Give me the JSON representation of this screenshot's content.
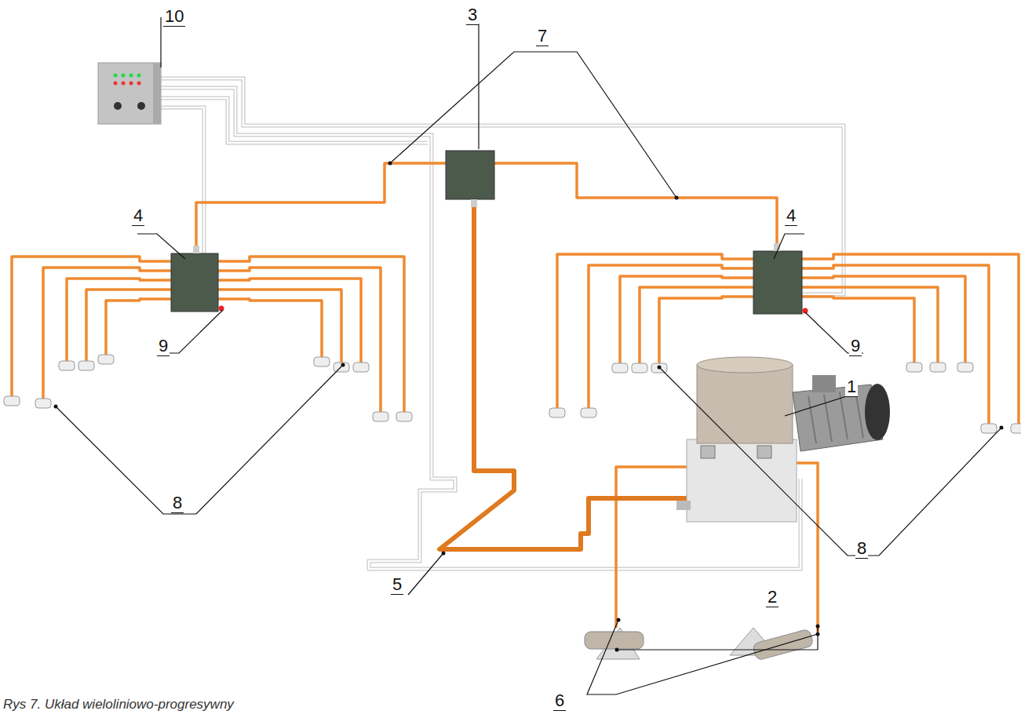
{
  "diagram": {
    "caption": "Rys 7. Układ wieloliniowo-progresywny",
    "labels": [
      "10",
      "7",
      "3",
      "4",
      "4",
      "9",
      "9",
      "1",
      "8",
      "8",
      "5",
      "2",
      "6"
    ]
  }
}
